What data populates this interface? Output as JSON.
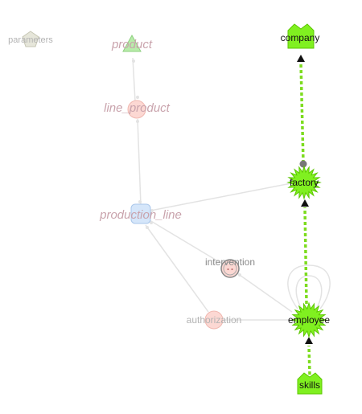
{
  "colors": {
    "active_edge": "#7ddc1f",
    "active_node": "#80f020",
    "active_node_dark": "#5cc700",
    "faded_edge": "#e3e3e3",
    "faded_label": "#c9a3ac",
    "faded_label_grey": "#b3b3b3",
    "entity_fill": "#fcd8d3",
    "entity_stroke": "#f0b8b0",
    "product_fill": "#b8ecaa",
    "product_stroke": "#8ecf7e",
    "line_fill": "#d5e6fa",
    "line_stroke": "#a9c6ea",
    "param_fill": "#e6e6da",
    "param_stroke": "#c7c7b5",
    "arrow": "#111111",
    "connector": "#777777"
  },
  "nodes": {
    "parameters": {
      "label": "parameters",
      "shape": "pentagon-icon",
      "faded": true
    },
    "product": {
      "label": "product",
      "shape": "triangle-icon",
      "faded": true
    },
    "line_product": {
      "label": "line_product",
      "shape": "circle-icon",
      "faded": true
    },
    "production_line": {
      "label": "production_line",
      "shape": "rounded-square-icon",
      "faded": true
    },
    "intervention": {
      "label": "intervention",
      "shape": "target-icon",
      "faded": true
    },
    "authorization": {
      "label": "authorization",
      "shape": "circle-icon",
      "faded": true
    },
    "company": {
      "label": "company",
      "shape": "house-icon",
      "faded": false
    },
    "factory": {
      "label": "factory",
      "shape": "starburst-icon",
      "faded": false
    },
    "employee": {
      "label": "employee",
      "shape": "starburst-icon",
      "faded": false
    },
    "skills": {
      "label": "skills",
      "shape": "house-icon",
      "faded": false
    }
  },
  "edges": [
    {
      "from": "line_product",
      "to": "product",
      "style": "faded"
    },
    {
      "from": "production_line",
      "to": "line_product",
      "style": "faded"
    },
    {
      "from": "factory",
      "to": "production_line",
      "style": "faded"
    },
    {
      "from": "intervention",
      "to": "production_line",
      "style": "faded"
    },
    {
      "from": "authorization",
      "to": "production_line",
      "style": "faded"
    },
    {
      "from": "employee",
      "to": "intervention",
      "style": "faded"
    },
    {
      "from": "employee",
      "to": "authorization",
      "style": "faded"
    },
    {
      "from": "employee",
      "to": "employee",
      "style": "faded-loop"
    },
    {
      "from": "factory",
      "to": "company",
      "style": "active"
    },
    {
      "from": "employee",
      "to": "factory",
      "style": "active"
    },
    {
      "from": "skills",
      "to": "employee",
      "style": "active"
    }
  ]
}
